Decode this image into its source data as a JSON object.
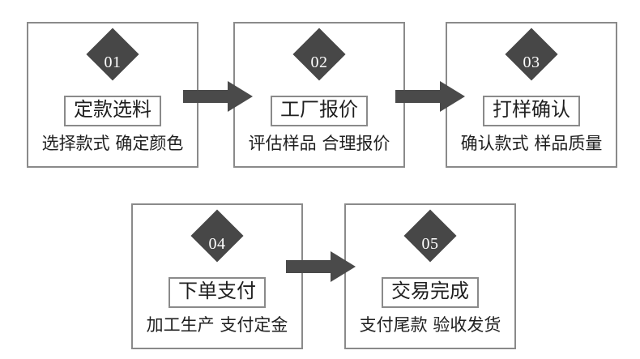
{
  "diagram": {
    "type": "process-flow",
    "title_visible": false,
    "colors": {
      "background": "#ffffff",
      "card_border": "#8a8a8a",
      "diamond_fill": "#474747",
      "arrow_fill": "#4a4a4a",
      "text": "#1f1f1f",
      "badge_text": "#ffffff"
    },
    "steps": [
      {
        "number": "01",
        "title": "定款选料",
        "subtitle": "选择款式 确定颜色",
        "row": "top"
      },
      {
        "number": "02",
        "title": "工厂报价",
        "subtitle": "评估样品 合理报价",
        "row": "top"
      },
      {
        "number": "03",
        "title": "打样确认",
        "subtitle": "确认款式 样品质量",
        "row": "top"
      },
      {
        "number": "04",
        "title": "下单支付",
        "subtitle": "加工生产 支付定金",
        "row": "bottom"
      },
      {
        "number": "05",
        "title": "交易完成",
        "subtitle": "支付尾款 验收发货",
        "row": "bottom"
      }
    ],
    "arrows": [
      {
        "name": "arrow-step1-to-step2",
        "from": "01",
        "to": "02",
        "direction": "right"
      },
      {
        "name": "arrow-step2-to-step3",
        "from": "02",
        "to": "03",
        "direction": "right"
      },
      {
        "name": "arrow-step4-to-step5",
        "from": "04",
        "to": "05",
        "direction": "right"
      }
    ]
  }
}
